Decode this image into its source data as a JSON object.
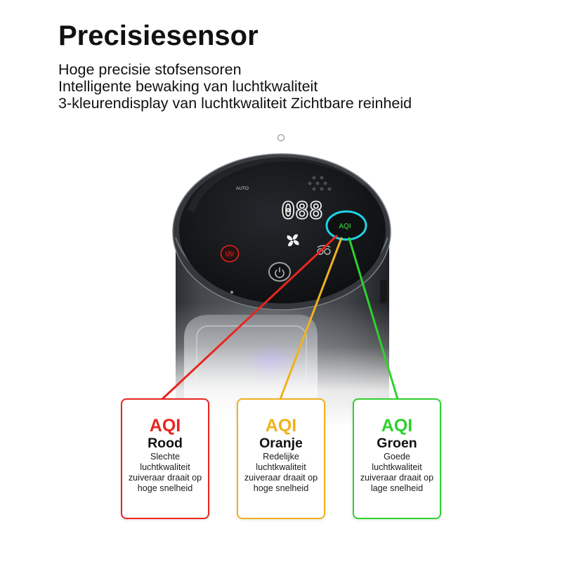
{
  "header": {
    "title": "Precisiesensor",
    "features": [
      "Hoge precisie stofsensoren",
      "Intelligente bewaking van luchtkwaliteit",
      "3-kleurendisplay van luchtkwaliteit Zichtbare reinheid"
    ]
  },
  "device": {
    "mode_label": "AUTO",
    "display_value": "088",
    "aqi_button_label": "AQI",
    "uv_button_label": "UV",
    "icons": {
      "fan": "fan-icon",
      "power": "power-icon",
      "mode": "mode-icon",
      "speaker": "speaker-grille-icon",
      "indicator": "indicator-light-icon"
    },
    "colors": {
      "aqi_ring": "#1fd3e8",
      "aqi_text": "#3fe23f",
      "uv": "#e3231f"
    }
  },
  "cards": [
    {
      "heading": "AQI",
      "label": "Rood",
      "description_lines": [
        "Slechte",
        "luchtkwaliteit",
        "zuiveraar draait op",
        "hoge snelheid"
      ],
      "color": "#e8261f"
    },
    {
      "heading": "AQI",
      "label": "Oranje",
      "description_lines": [
        "Redelijke",
        "luchtkwaliteit",
        "zuiveraar draait op",
        "hoge snelheid"
      ],
      "color": "#f0b21e"
    },
    {
      "heading": "AQI",
      "label": "Groen",
      "description_lines": [
        "Goede",
        "luchtkwaliteit",
        "zuiveraar draait op",
        "lage snelheid"
      ],
      "color": "#2fd12f"
    }
  ]
}
